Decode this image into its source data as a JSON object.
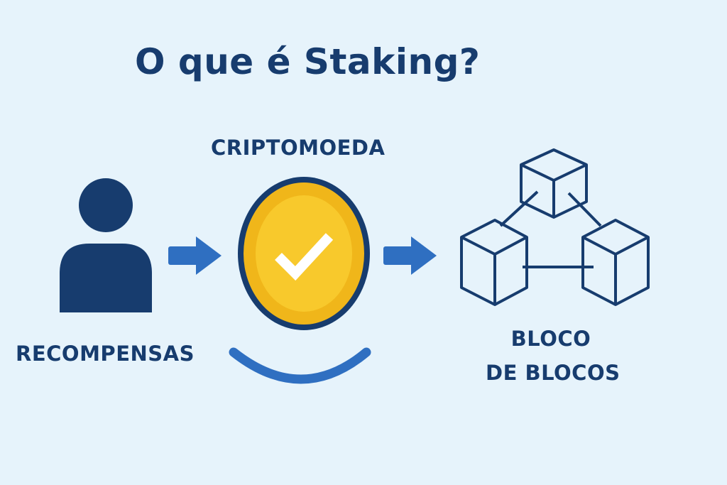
{
  "title": "O que é Staking?",
  "labels": {
    "crypto": "CRIPTOMOEDA",
    "rewards": "RECOMPENSAS",
    "block_line1": "BLOCO",
    "block_line2": "DE BLOCOS"
  },
  "icons": [
    "user-icon",
    "arrow-right-icon",
    "coin-check-icon",
    "curve-arc",
    "arrow-right-icon",
    "blockchain-cubes-icon"
  ],
  "colors": {
    "background": "#e6f3fb",
    "navy": "#173c6e",
    "blue": "#2f6fc1",
    "gold": "#f5c01c",
    "gold_inner": "#f8c92c",
    "gold_outer": "#f0b61a"
  }
}
